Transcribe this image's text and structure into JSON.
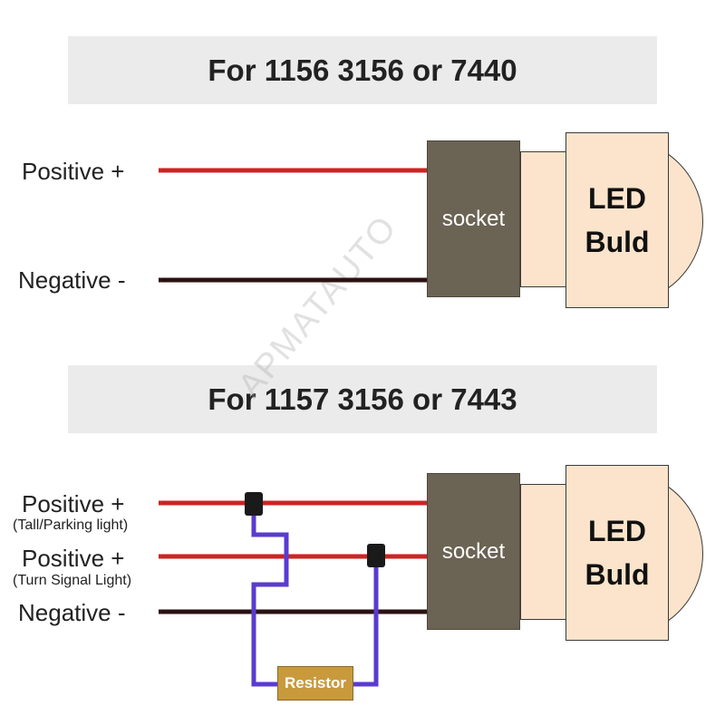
{
  "colors": {
    "positive_wire": "#cc2424",
    "negative_wire": "#2b1212",
    "resistor_wire": "#5a3bd1",
    "socket": "#6b6354",
    "bulb": "#fbe4cb",
    "resistor": "#c99a3b",
    "banner_bg": "#ebebeb"
  },
  "watermark": "APMATAUTO",
  "diagrams": [
    {
      "title": "For 1156 3156 or 7440",
      "wires": [
        {
          "label": "Positive +",
          "sublabel": "",
          "type": "positive"
        },
        {
          "label": "Negative -",
          "sublabel": "",
          "type": "negative"
        }
      ],
      "socket_label": "socket",
      "bulb_label_1": "LED",
      "bulb_label_2": "Buld"
    },
    {
      "title": "For 1157 3156 or 7443",
      "wires": [
        {
          "label": "Positive +",
          "sublabel": "(Tall/Parking light)",
          "type": "positive"
        },
        {
          "label": "Positive +",
          "sublabel": "(Turn Signal Light)",
          "type": "positive"
        },
        {
          "label": "Negative -",
          "sublabel": "",
          "type": "negative"
        }
      ],
      "socket_label": "socket",
      "bulb_label_1": "LED",
      "bulb_label_2": "Buld",
      "resistor_label": "Resistor"
    }
  ]
}
